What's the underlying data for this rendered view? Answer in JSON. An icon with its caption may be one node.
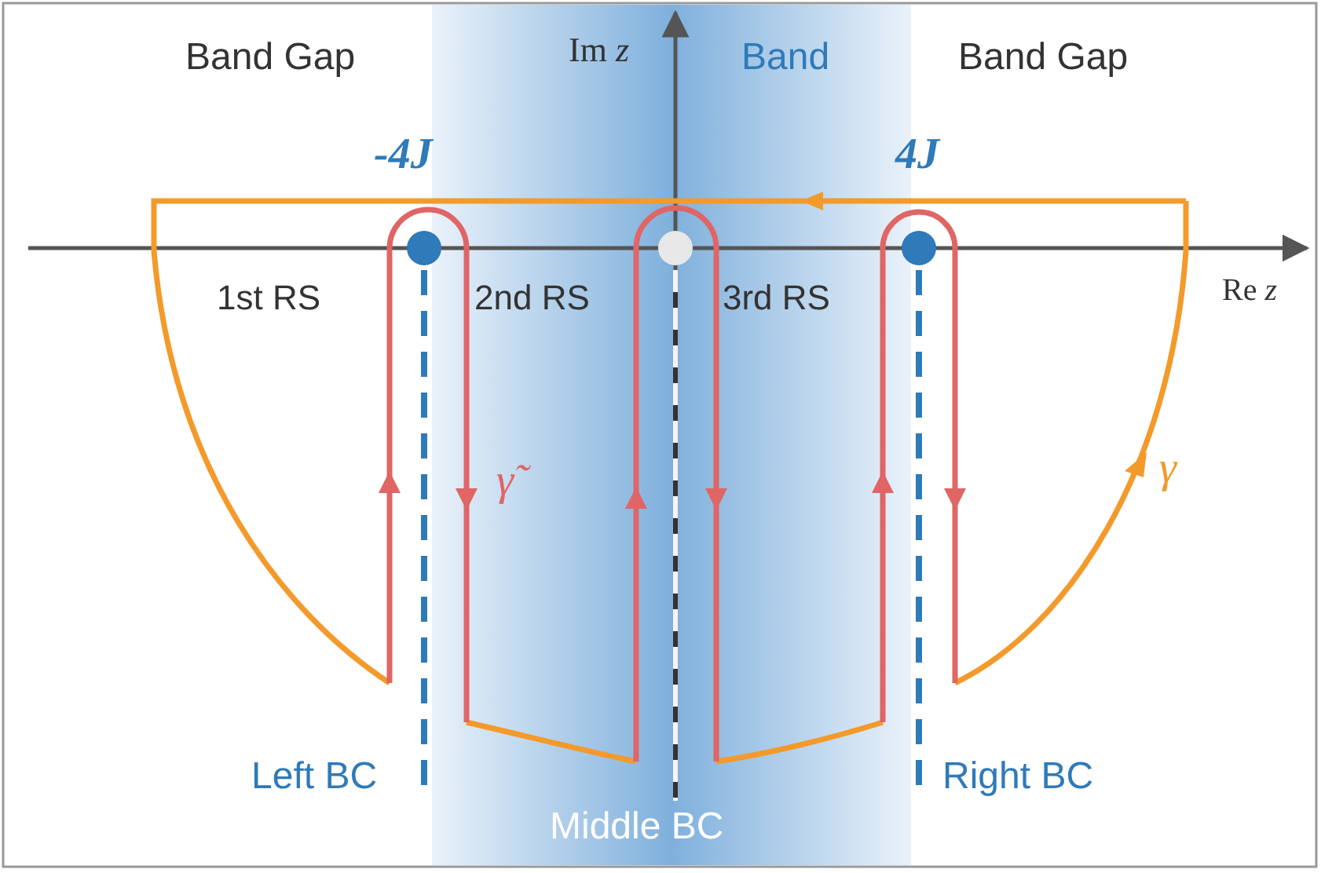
{
  "diagram": {
    "labels": [
      "Band Gap",
      "Im *z*",
      "Band",
      "Band Gap",
      "-4J",
      "4J",
      "1st RS",
      "2nd RS",
      "3rd RS",
      "Re *z*",
      "γ̃",
      "γ",
      "Left BC",
      "Middle BC",
      "Right BC"
    ]
  }
}
